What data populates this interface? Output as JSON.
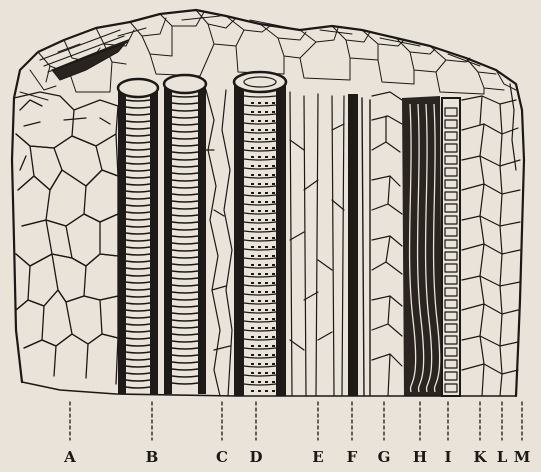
{
  "figure": {
    "background": "#e9e3da",
    "ink": "#1c1815",
    "labels": [
      "A",
      "B",
      "C",
      "D",
      "E",
      "F",
      "G",
      "H",
      "I",
      "K",
      "L",
      "M"
    ]
  }
}
